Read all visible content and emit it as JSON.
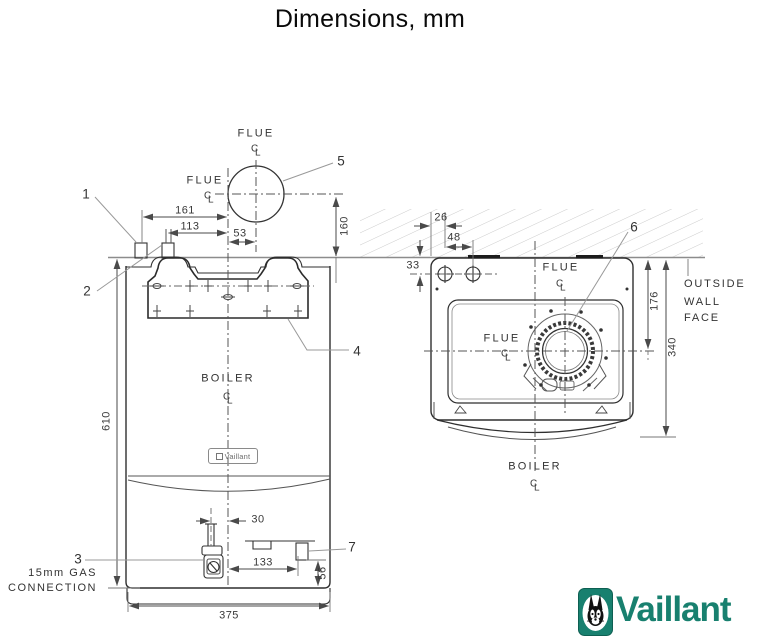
{
  "title": "Dimensions, mm",
  "symbols": {
    "centerline_c": "C",
    "centerline_l": "L"
  },
  "front_view": {
    "flue_label_top": "FLUE",
    "flue_label_side": "FLUE",
    "boiler_label": "BOILER",
    "gas_note_line1": "15mm GAS",
    "gas_note_line2": "CONNECTION",
    "badge_text": "Vaillant",
    "dims": {
      "flue_offset_left": "161",
      "bracket_pin": "113",
      "flue_offset": "53",
      "flue_height": "160",
      "height": "610",
      "gas_offset": "30",
      "tray_offset": "133",
      "tray_drop": "56",
      "width": "375"
    }
  },
  "plan_view": {
    "flue_label_top": "FLUE",
    "flue_label_side": "FLUE",
    "boiler_label": "BOILER",
    "wall_note_line1": "OUTSIDE",
    "wall_note_line2": "WALL",
    "wall_note_line3": "FACE",
    "dims": {
      "edge_to_hole": "26",
      "hole_spacing": "48",
      "wall_to_hole": "33",
      "wall_to_flue": "176",
      "depth": "340"
    }
  },
  "callouts": {
    "c1": "1",
    "c2": "2",
    "c3": "3",
    "c4": "4",
    "c5": "5",
    "c6": "6",
    "c7": "7"
  },
  "logo": {
    "brand": "Vaillant"
  },
  "colors": {
    "line": "#303030",
    "dim": "#4a4a4a",
    "hatch": "#cccccc",
    "brand_teal": "#18806f"
  }
}
